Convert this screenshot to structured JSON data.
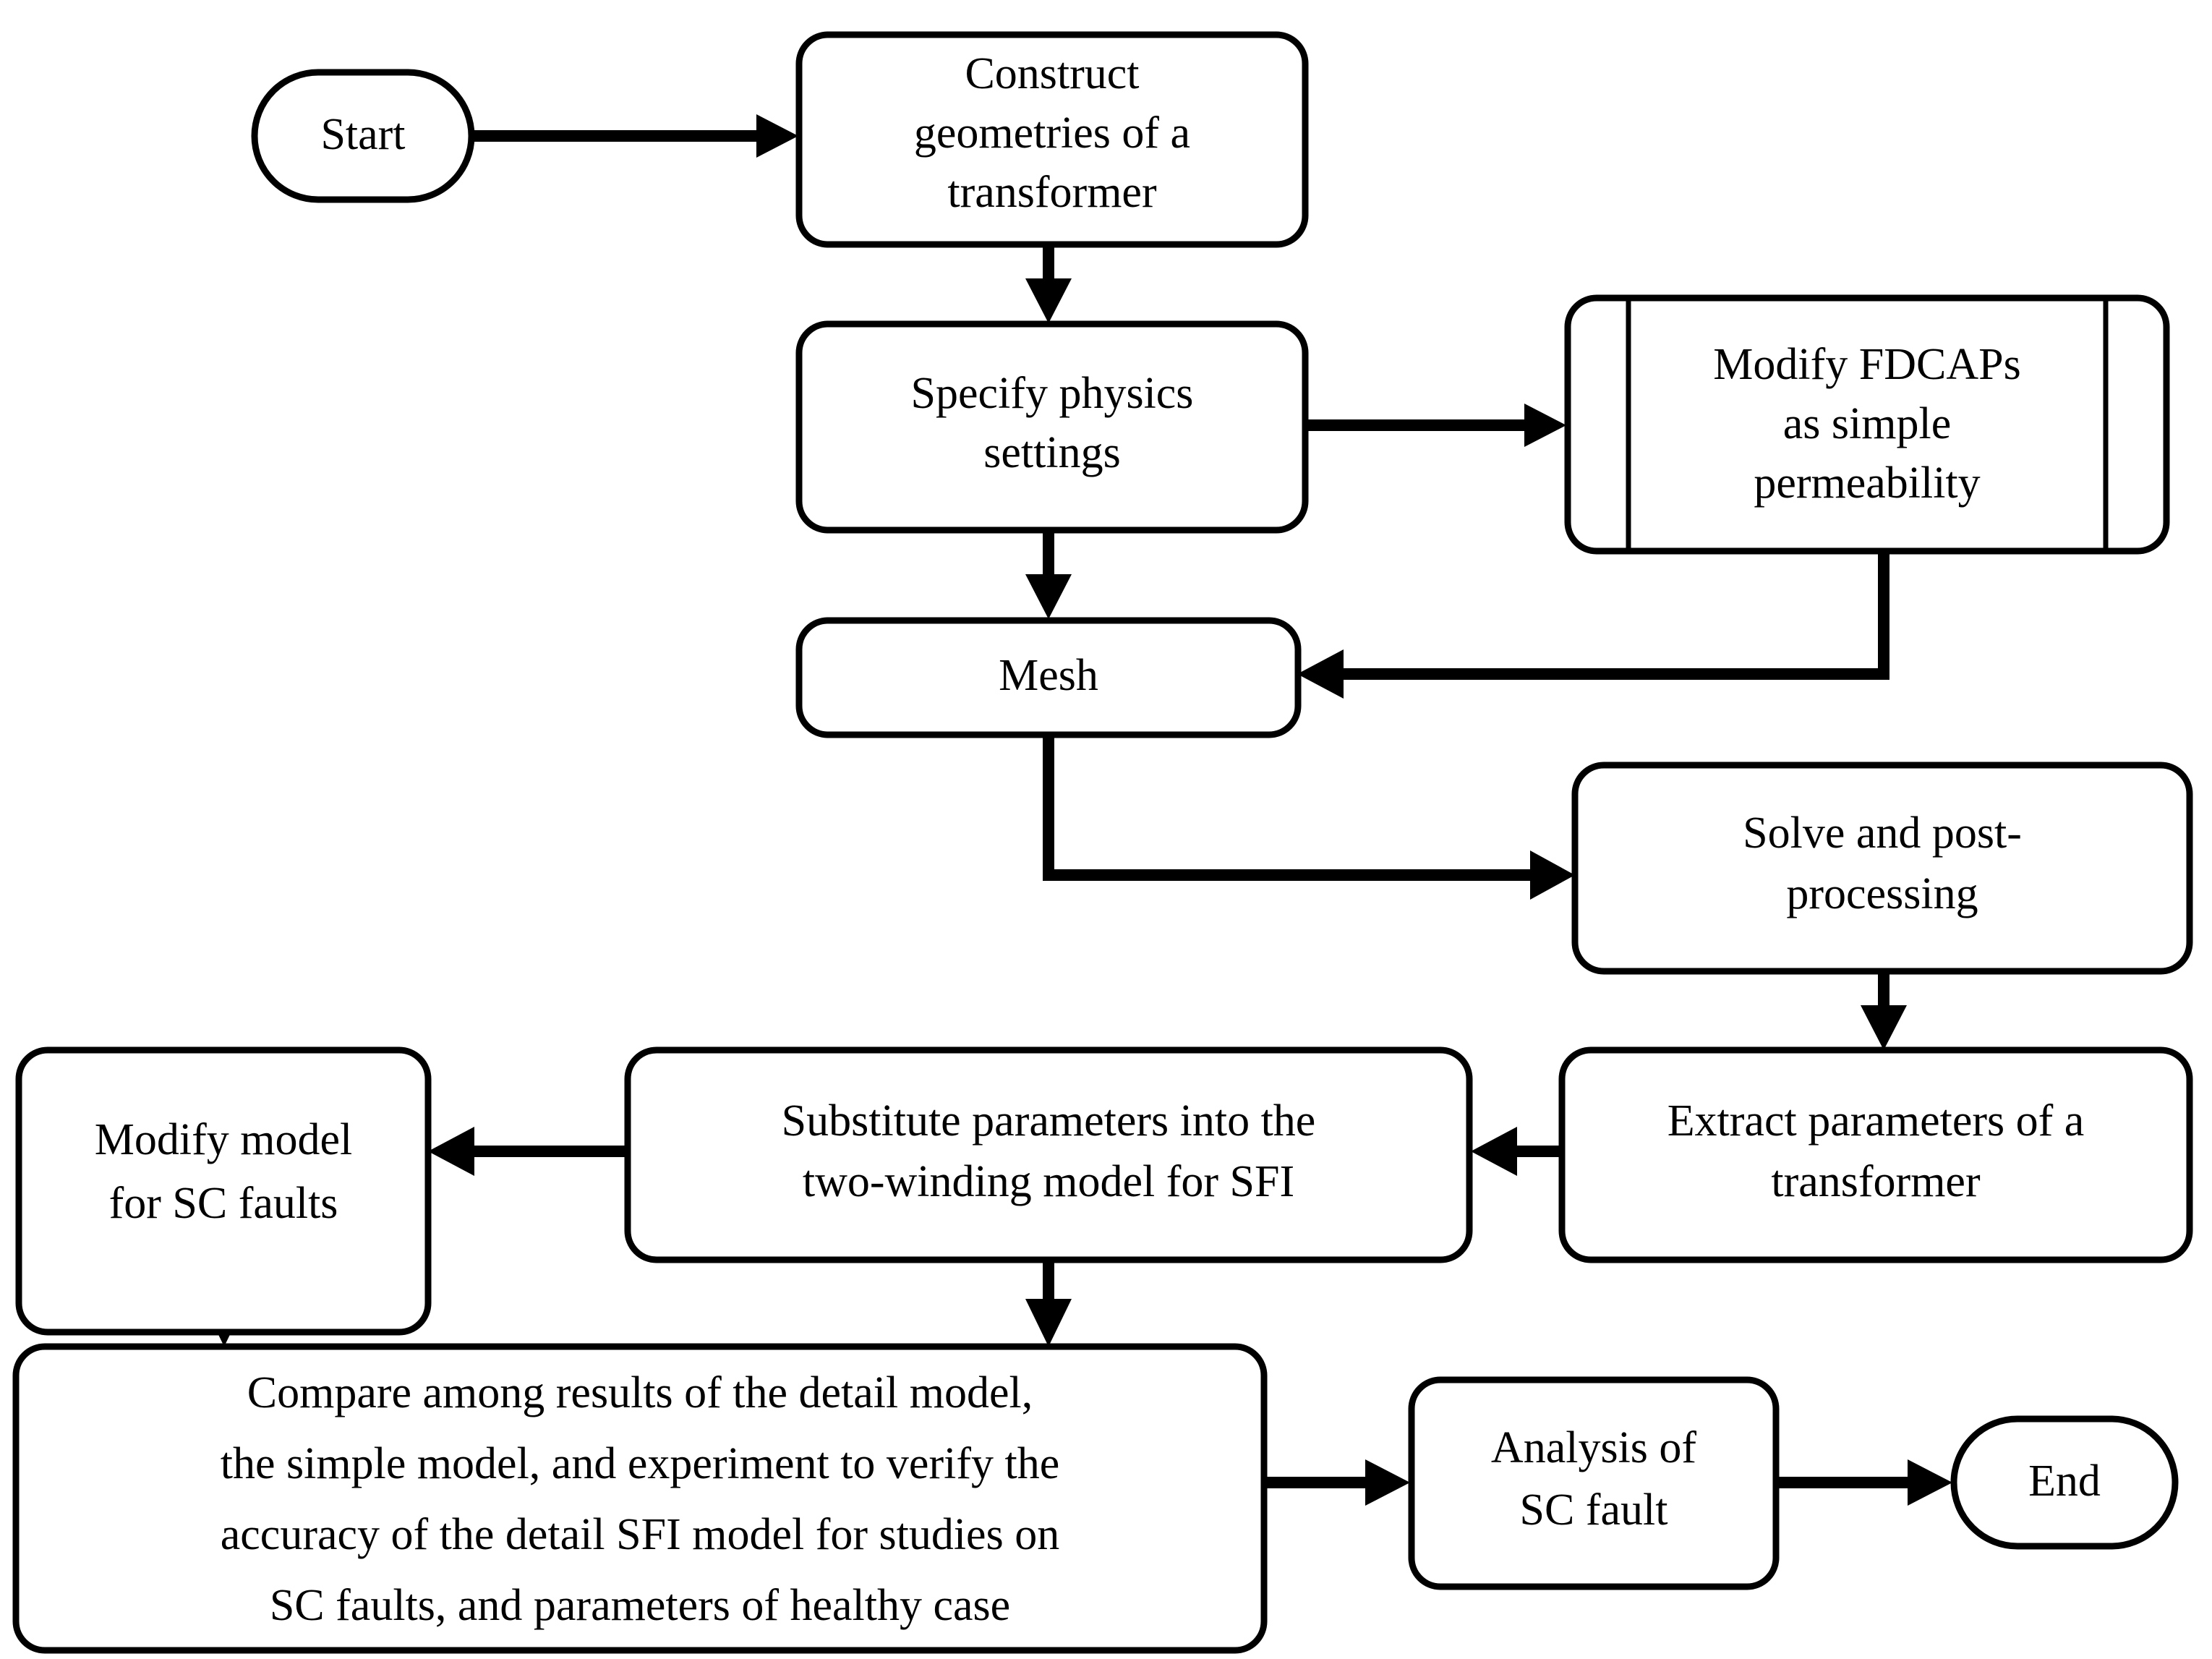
{
  "diagram": {
    "title": "Transformer SFI modeling and SC fault analysis flowchart",
    "background_color": "#ffffff",
    "stroke_color": "#000000",
    "fill_color": "#ffffff"
  },
  "nodes": {
    "start": {
      "label": "Start",
      "shape": "stadium",
      "lines": [
        "Start"
      ]
    },
    "construct": {
      "label": "Construct geometries of a transformer",
      "shape": "rounded-rect",
      "lines": [
        "Construct",
        "geometries of a",
        "transformer"
      ]
    },
    "specify": {
      "label": "Specify physics settings",
      "shape": "rounded-rect",
      "lines": [
        "Specify physics",
        "settings"
      ]
    },
    "fdcaps": {
      "label": "Modify FDCAPs as simple permeability",
      "shape": "predefined-process",
      "lines": [
        "Modify FDCAPs",
        "as simple",
        "permeability"
      ]
    },
    "mesh": {
      "label": "Mesh",
      "shape": "rounded-rect",
      "lines": [
        "Mesh"
      ]
    },
    "solve": {
      "label": "Solve and post-processing",
      "shape": "rounded-rect",
      "lines": [
        "Solve and post-",
        "processing"
      ]
    },
    "extract": {
      "label": "Extract parameters of a transformer",
      "shape": "rounded-rect",
      "lines": [
        "Extract parameters of a",
        "transformer"
      ]
    },
    "substitute": {
      "label": "Substitute parameters into the two-winding model for SFI",
      "shape": "rounded-rect",
      "lines": [
        "Substitute parameters into the",
        "two-winding model for SFI"
      ]
    },
    "modify_model": {
      "label": "Modify model for SC faults",
      "shape": "rounded-rect",
      "lines": [
        "Modify model",
        "for SC faults"
      ]
    },
    "compare": {
      "label": "Compare among results of the detail model, the simple model, and experiment to verify the accuracy of the detail SFI model for studies on SC faults, and parameters of healthy case",
      "shape": "rounded-rect",
      "lines": [
        "Compare among results of the detail model,",
        "the simple model, and experiment to verify the",
        "accuracy of the detail SFI model for studies on",
        "SC faults, and parameters of healthy case"
      ]
    },
    "analysis": {
      "label": "Analysis of SC fault",
      "shape": "rounded-rect",
      "lines": [
        "Analysis of",
        "SC fault"
      ]
    },
    "end": {
      "label": "End",
      "shape": "stadium",
      "lines": [
        "End"
      ]
    }
  },
  "edges": [
    {
      "name": "start-to-construct",
      "from": "start",
      "to": "construct",
      "kind": "arrow"
    },
    {
      "name": "construct-to-specify",
      "from": "construct",
      "to": "specify",
      "kind": "arrow"
    },
    {
      "name": "specify-to-fdcaps",
      "from": "specify",
      "to": "fdcaps",
      "kind": "arrow"
    },
    {
      "name": "specify-to-mesh",
      "from": "specify",
      "to": "mesh",
      "kind": "arrow"
    },
    {
      "name": "fdcaps-to-mesh",
      "from": "fdcaps",
      "to": "mesh",
      "kind": "arrow"
    },
    {
      "name": "mesh-to-solve",
      "from": "mesh",
      "to": "solve",
      "kind": "arrow"
    },
    {
      "name": "solve-to-extract",
      "from": "solve",
      "to": "extract",
      "kind": "arrow"
    },
    {
      "name": "extract-to-substitute",
      "from": "extract",
      "to": "substitute",
      "kind": "arrow"
    },
    {
      "name": "substitute-to-modify-model",
      "from": "substitute",
      "to": "modify_model",
      "kind": "arrow"
    },
    {
      "name": "modify-model-to-compare",
      "from": "modify_model",
      "to": "compare",
      "kind": "arrow"
    },
    {
      "name": "substitute-to-compare",
      "from": "substitute",
      "to": "compare",
      "kind": "arrow"
    },
    {
      "name": "compare-to-analysis",
      "from": "compare",
      "to": "analysis",
      "kind": "arrow"
    },
    {
      "name": "analysis-to-end",
      "from": "analysis",
      "to": "end",
      "kind": "arrow"
    }
  ]
}
